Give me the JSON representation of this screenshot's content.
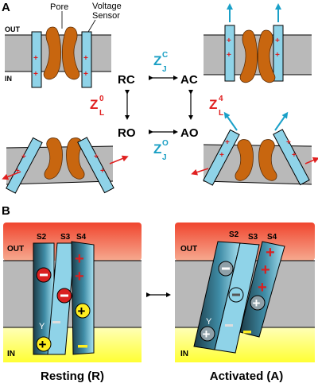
{
  "panel_a": {
    "label": "A",
    "annot_pore": "Pore",
    "annot_sensor_line1": "Voltage",
    "annot_sensor_line2": "Sensor",
    "side_out": "OUT",
    "side_in": "IN",
    "states": {
      "rc": "RC",
      "ac": "AC",
      "ro": "RO",
      "ao": "AO"
    },
    "z_top": {
      "base": "Z",
      "sup": "C",
      "sub": "J"
    },
    "z_left": {
      "base": "Z",
      "sup": "0",
      "sub": "L"
    },
    "z_right": {
      "base": "Z",
      "sup": "4",
      "sub": "L"
    },
    "z_bottom": {
      "base": "Z",
      "sup": "O",
      "sub": "J"
    },
    "plus_glyph": "+"
  },
  "panel_b": {
    "label": "B",
    "out_left": "OUT",
    "in_left": "IN",
    "out_right": "OUT",
    "in_right": "IN",
    "segments": {
      "s2": "S2",
      "s3": "S3",
      "s4": "S4"
    },
    "y_label": "Y",
    "caption_resting": "Resting (R)",
    "caption_activated": "Activated (A)"
  },
  "colors": {
    "membrane": "#b9b9b9",
    "sensor": "#8fd3e8",
    "pore": "#c8660f",
    "charge_red": "#d92020",
    "arrow_cyan": "#1aa0c8",
    "z_cyan": "#1a9fc4",
    "z_red": "#e02020",
    "out_bg": "#f2553a",
    "in_bg": "#ffff66"
  }
}
